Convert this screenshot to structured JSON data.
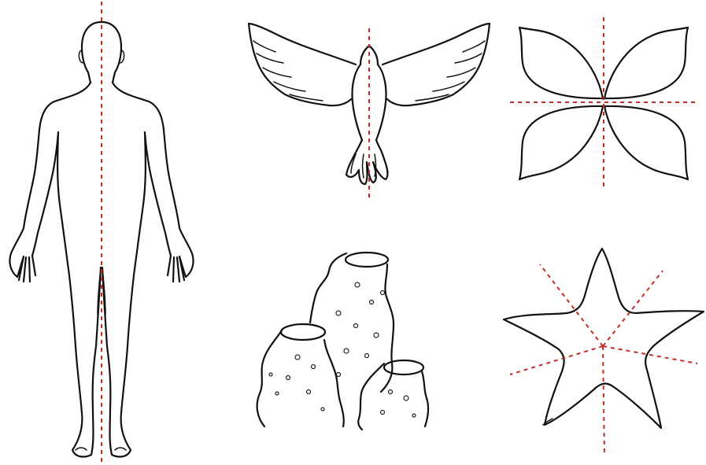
{
  "colors": {
    "line": "#111111",
    "symmetry_axis": "#c0302b",
    "background": "#ffffff"
  },
  "figures": [
    {
      "name": "human",
      "symmetry": "bilateral",
      "axes": 1
    },
    {
      "name": "bird",
      "symmetry": "bilateral",
      "axes": 1
    },
    {
      "name": "four-petal-flower",
      "symmetry": "radial",
      "axes": 2
    },
    {
      "name": "sponge",
      "symmetry": "none",
      "axes": 0
    },
    {
      "name": "starfish",
      "symmetry": "radial",
      "axes": 5
    }
  ]
}
